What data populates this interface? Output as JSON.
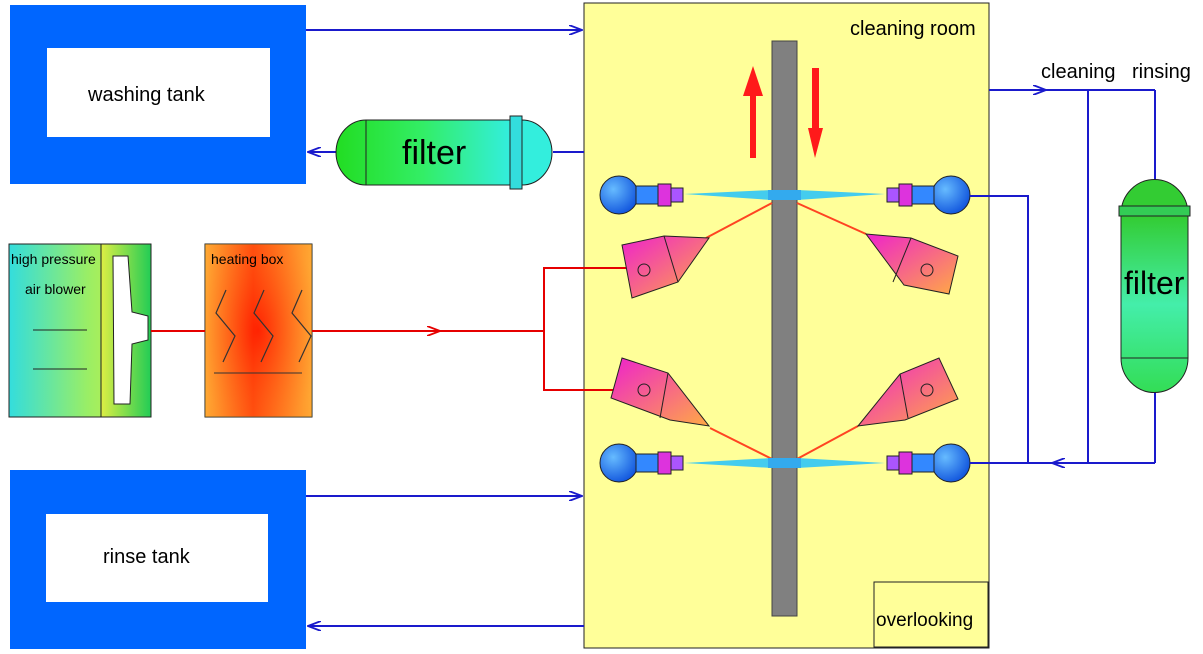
{
  "labels": {
    "washing_tank": "washing tank",
    "rinse_tank": "rinse tank",
    "filter_left": "filter",
    "filter_right": "filter",
    "high_pressure": "high pressure",
    "air_blower": "air blower",
    "heating_box": "heating box",
    "cleaning_room": "cleaning room",
    "cleaning": "cleaning",
    "rinsing": "rinsing",
    "overlooking": "overlooking"
  },
  "colors": {
    "tank_blue": "#0066ff",
    "pipe_blue": "#1a1acc",
    "pipe_red": "#e60000",
    "room_yellow": "#ffff99",
    "rail_gray": "#808080",
    "motion_arrow_red": "#ff1a1a"
  }
}
